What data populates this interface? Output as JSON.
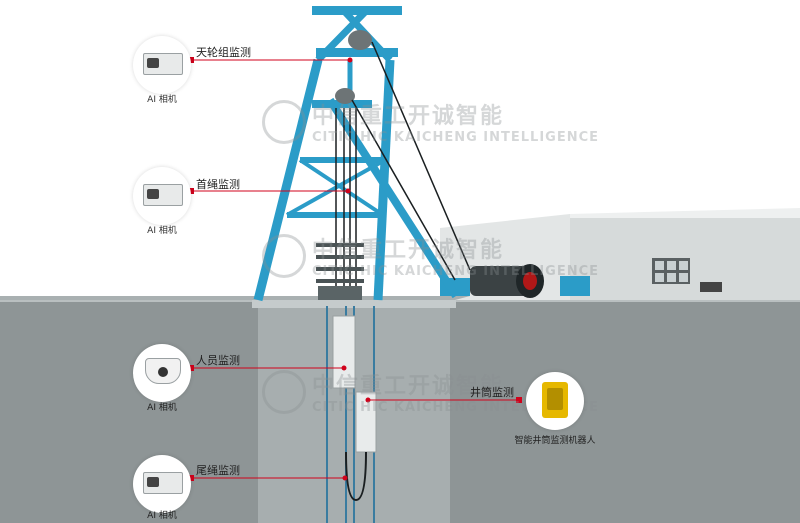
{
  "labels": {
    "sheave": "天轮组监测",
    "head_rope": "首绳监测",
    "personnel": "人员监测",
    "shaft": "井筒监测",
    "tail_rope": "尾绳监测"
  },
  "camera_captions": {
    "cam1": "AI 相机",
    "cam2": "AI 相机",
    "cam3": "AI 相机",
    "cam4": "AI 相机",
    "robot": "智能井筒监测机器人"
  },
  "watermark": {
    "cn": "中信重工开诚智能",
    "en": "CITIC HIC KAICHENG INTELLIGENCE"
  },
  "colors": {
    "tower": "#2b9cc8",
    "tower_dark": "#1f7ea6",
    "leader": "#d0021b",
    "ground": "#8e9596"
  }
}
